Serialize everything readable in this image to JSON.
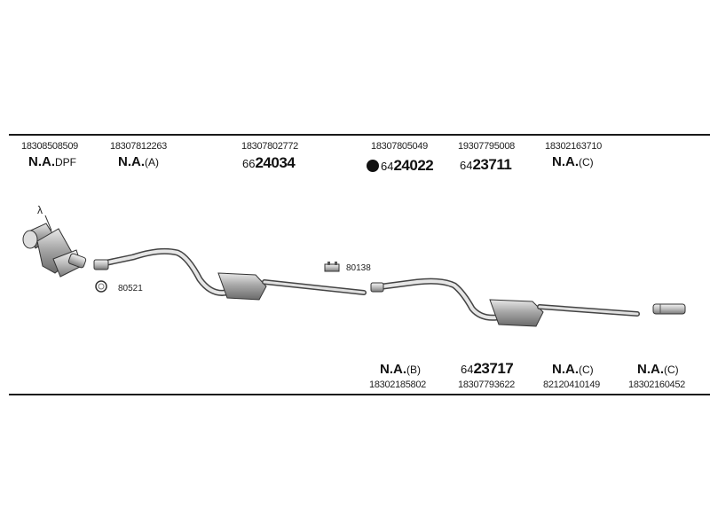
{
  "top_parts": [
    {
      "ref": "18308508509",
      "code_main": "N.A.",
      "code_suffix": "DPF"
    },
    {
      "ref": "18307812263",
      "code_main": "N.A.",
      "code_suffix": "(A)"
    },
    {
      "ref": "18307802772",
      "code_prefix": "66",
      "code_number": "24034"
    },
    {
      "ref": "18307805049",
      "code_prefix": "64",
      "code_number": "24022",
      "marker": "filled-circle"
    },
    {
      "ref": "19307795008",
      "code_prefix": "64",
      "code_number": "23711"
    },
    {
      "ref": "18302163710",
      "code_main": "N.A.",
      "code_suffix": "(C)"
    }
  ],
  "bottom_parts": [
    {
      "ref": "18302185802",
      "code_main": "N.A.",
      "code_suffix": "(B)"
    },
    {
      "ref": "18307793622",
      "code_prefix": "64",
      "code_number": "23717"
    },
    {
      "ref": "82120410149",
      "code_main": "N.A.",
      "code_suffix": "(C)"
    },
    {
      "ref": "18302160452",
      "code_main": "N.A.",
      "code_suffix": "(C)"
    }
  ],
  "drawing_labels": {
    "lambda": "λ",
    "clamp_ring": "80521",
    "hanger_bracket": "80138"
  }
}
